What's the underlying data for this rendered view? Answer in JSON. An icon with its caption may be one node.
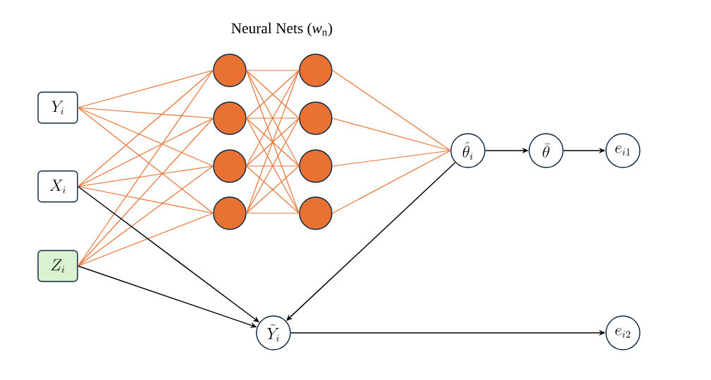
{
  "diagram": {
    "title": "Neural Nets (*w*$_{n}$)",
    "nodes": [
      {
        "text": [
          "Y_i"
        ]
      },
      {
        "text": [
          "X_i"
        ]
      },
      {
        "text": [
          "Z_i"
        ]
      },
      {
        "text": [],
        "shape": "circle"
      },
      {
        "text": [],
        "shape": "circle"
      },
      {
        "text": [],
        "shape": "circle"
      },
      {
        "text": [],
        "shape": "circle"
      },
      {
        "text": [],
        "shape": "circle"
      },
      {
        "text": [],
        "shape": "circle"
      },
      {
        "text": [],
        "shape": "circle"
      },
      {
        "text": [],
        "shape": "circle"
      },
      {
        "text": [
          "\\hat{\\theta}_i"
        ]
      },
      {
        "text": [
          "\\bar{\\theta}"
        ]
      },
      {
        "text": [
          "e_{i1}"
        ]
      },
      {
        "text": [
          "\\tilde{Y}_i"
        ]
      },
      {
        "text": [
          "e_{i2}"
        ]
      }
    ],
    "edges": [
      {
        "from": 0,
        "to": 3,
        "arrow": "none"
      },
      {
        "from": 0,
        "to": 4,
        "arrow": "none"
      },
      {
        "from": 0,
        "to": 5,
        "arrow": "none"
      },
      {
        "from": 0,
        "to": 6,
        "arrow": "none"
      },
      {
        "from": 1,
        "to": 3,
        "arrow": "none"
      },
      {
        "from": 1,
        "to": 4,
        "arrow": "none"
      },
      {
        "from": 1,
        "to": 5,
        "arrow": "none"
      },
      {
        "from": 1,
        "to": 6,
        "arrow": "none"
      },
      {
        "from": 2,
        "to": 3,
        "arrow": "none"
      },
      {
        "from": 2,
        "to": 4,
        "arrow": "none"
      },
      {
        "from": 2,
        "to": 5,
        "arrow": "none"
      },
      {
        "from": 2,
        "to": 6,
        "arrow": "none"
      },
      {
        "from": 3,
        "to": 7,
        "arrow": "none"
      },
      {
        "from": 3,
        "to": 8,
        "arrow": "none"
      },
      {
        "from": 3,
        "to": 9,
        "arrow": "none"
      },
      {
        "from": 3,
        "to": 10,
        "arrow": "none"
      },
      {
        "from": 4,
        "to": 7,
        "arrow": "none"
      },
      {
        "from": 4,
        "to": 8,
        "arrow": "none"
      },
      {
        "from": 4,
        "to": 9,
        "arrow": "none"
      },
      {
        "from": 4,
        "to": 10,
        "arrow": "none"
      },
      {
        "from": 5,
        "to": 7,
        "arrow": "none"
      },
      {
        "from": 5,
        "to": 8,
        "arrow": "none"
      },
      {
        "from": 5,
        "to": 9,
        "arrow": "none"
      },
      {
        "from": 5,
        "to": 10,
        "arrow": "none"
      },
      {
        "from": 6,
        "to": 7,
        "arrow": "none"
      },
      {
        "from": 6,
        "to": 8,
        "arrow": "none"
      },
      {
        "from": 6,
        "to": 9,
        "arrow": "none"
      },
      {
        "from": 6,
        "to": 10,
        "arrow": "none"
      },
      {
        "from": 7,
        "to": 11,
        "arrow": "none"
      },
      {
        "from": 8,
        "to": 11,
        "arrow": "none"
      },
      {
        "from": 9,
        "to": 11,
        "arrow": "none"
      },
      {
        "from": 10,
        "to": 11,
        "arrow": "none"
      },
      {
        "from": 11,
        "to": 12,
        "arrow": "to",
        "color": "#000000"
      },
      {
        "from": 12,
        "to": 13,
        "arrow": "to",
        "color": "#000000"
      },
      {
        "from": 1,
        "to": 14,
        "arrow": "to",
        "color": "#000000"
      },
      {
        "from": 2,
        "to": 14,
        "arrow": "to",
        "color": "#000000"
      },
      {
        "from": 11,
        "to": 14,
        "arrow": "to",
        "color": "#000000"
      },
      {
        "from": 14,
        "to": 15,
        "arrow": "to",
        "color": "#000000"
      }
    ]
  }
}
